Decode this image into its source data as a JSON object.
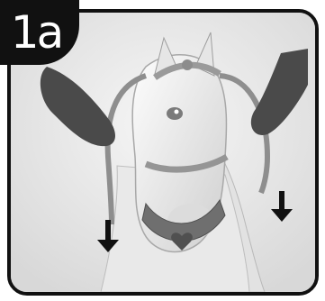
{
  "step": {
    "label": "1a"
  },
  "figure": {
    "arrows": [
      {
        "name": "arrow-down-left",
        "direction": "down"
      },
      {
        "name": "arrow-down-right",
        "direction": "down"
      }
    ],
    "colors": {
      "frame": "#111111",
      "badge": "#111111",
      "arrow": "#111111"
    }
  }
}
